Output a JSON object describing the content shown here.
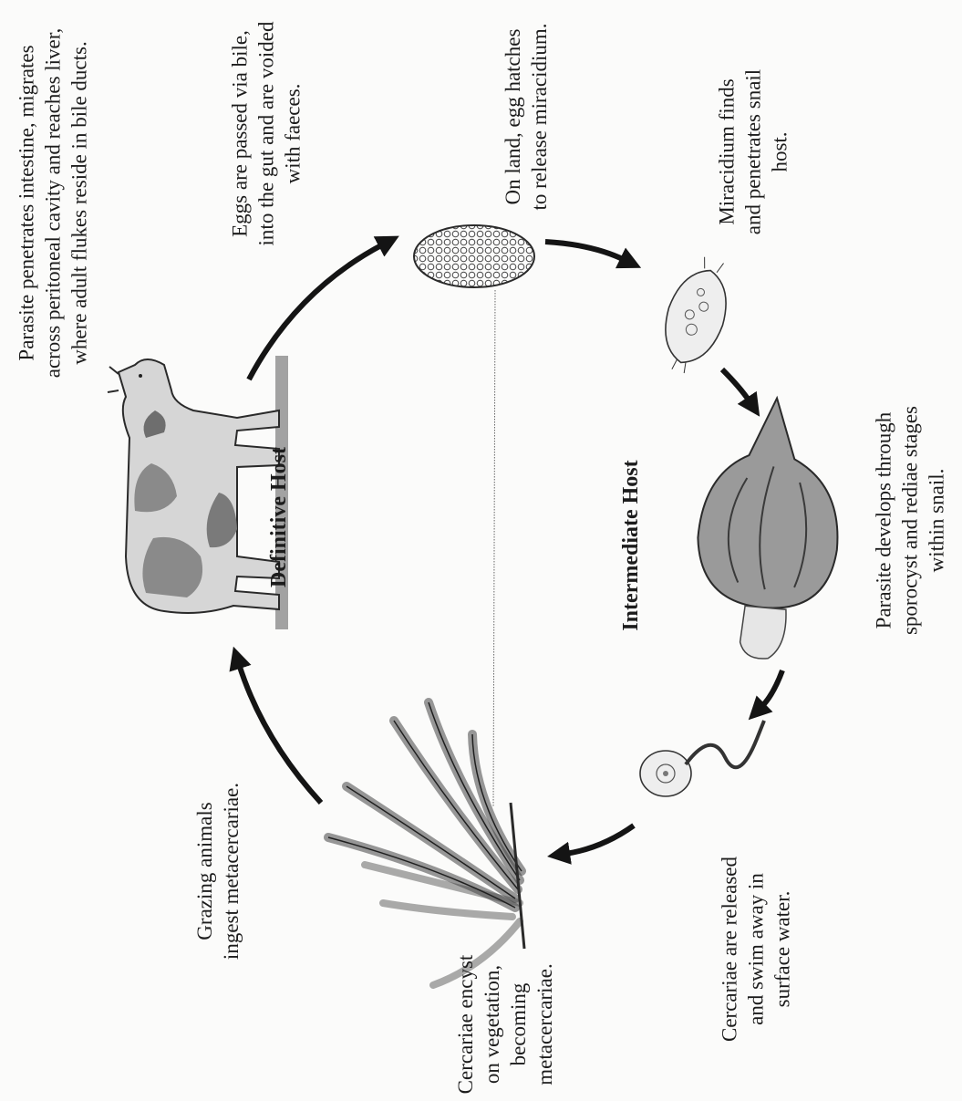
{
  "hosts": {
    "definitive": "Definitive Host",
    "intermediate": "Intermediate Host"
  },
  "steps": {
    "adult_in_liver": [
      "Parasite penetrates intestine, migrates",
      "across peritoneal cavity and reaches liver,",
      "where adult flukes reside in bile ducts."
    ],
    "eggs_voided": [
      "Eggs are passed via bile,",
      "into the gut and are voided",
      "with faeces."
    ],
    "egg_hatches": [
      "On land, egg hatches",
      "to release miracidium."
    ],
    "miracidium_finds_snail": [
      "Miracidium finds",
      "and penetrates snail",
      "host."
    ],
    "develops_in_snail": [
      "Parasite develops through",
      "sporocyst and rediae stages",
      "within snail."
    ],
    "cercariae_released": [
      "Cercariae are released",
      "and swim away in",
      "surface water."
    ],
    "cercariae_encyst": [
      "Cercariae encyst",
      "on vegetation,",
      "becoming",
      "metacercariae."
    ],
    "grazing_ingest": [
      "Grazing animals",
      "ingest metacercariae."
    ]
  },
  "icons": [
    "cow-icon",
    "egg-icon",
    "miracidium-icon",
    "snail-icon",
    "cercaria-icon",
    "vegetation-icon"
  ],
  "colors": {
    "ink": "#1c1c1c",
    "background": "#fbfbfa",
    "shade": "#8a8a8a"
  }
}
